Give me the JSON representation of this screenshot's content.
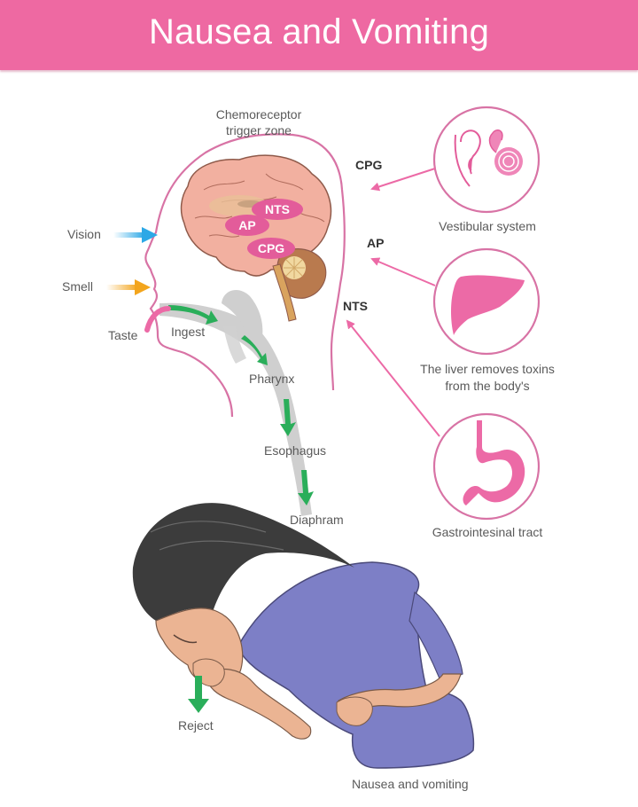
{
  "header": {
    "title": "Nausea and Vomiting"
  },
  "colors": {
    "banner": "#ee69a2",
    "accent_pink": "#e35c9a",
    "outline_pink": "#d873a5",
    "brain": "#f2b0a0",
    "cerebellum": "#b97a4e",
    "digestive_path": "#cfcfcf",
    "flow_arrow": "#2aae5a",
    "vision_arrow": "#2ca8e6",
    "smell_arrow": "#f3a51d",
    "shirt": "#7d7fc6",
    "hair": "#3c3c3c",
    "skin": "#ebb493"
  },
  "brain": {
    "title_line1": "Chemoreceptor",
    "title_line2": "trigger zone",
    "regions": [
      {
        "id": "nts",
        "label": "NTS"
      },
      {
        "id": "ap",
        "label": "AP"
      },
      {
        "id": "cpg",
        "label": "CPG"
      }
    ]
  },
  "senses": {
    "vision": "Vision",
    "smell": "Smell",
    "taste": "Taste"
  },
  "digestive_path": {
    "stages": [
      "Ingest",
      "Pharynx",
      "Esophagus",
      "Diaphram"
    ]
  },
  "inputs": [
    {
      "id": "vestibular",
      "target": "CPG",
      "caption_line1": "Vestibular system",
      "caption_line2": "",
      "icon": "ear-cochlea-icon"
    },
    {
      "id": "liver",
      "target": "AP",
      "caption_line1": "The liver removes toxins",
      "caption_line2": "from the body's",
      "icon": "liver-icon"
    },
    {
      "id": "gi",
      "target": "NTS",
      "caption_line1": "Gastrointesinal tract",
      "caption_line2": "",
      "icon": "stomach-icon"
    }
  ],
  "figure": {
    "reject_label": "Reject",
    "caption": "Nausea and vomiting"
  }
}
